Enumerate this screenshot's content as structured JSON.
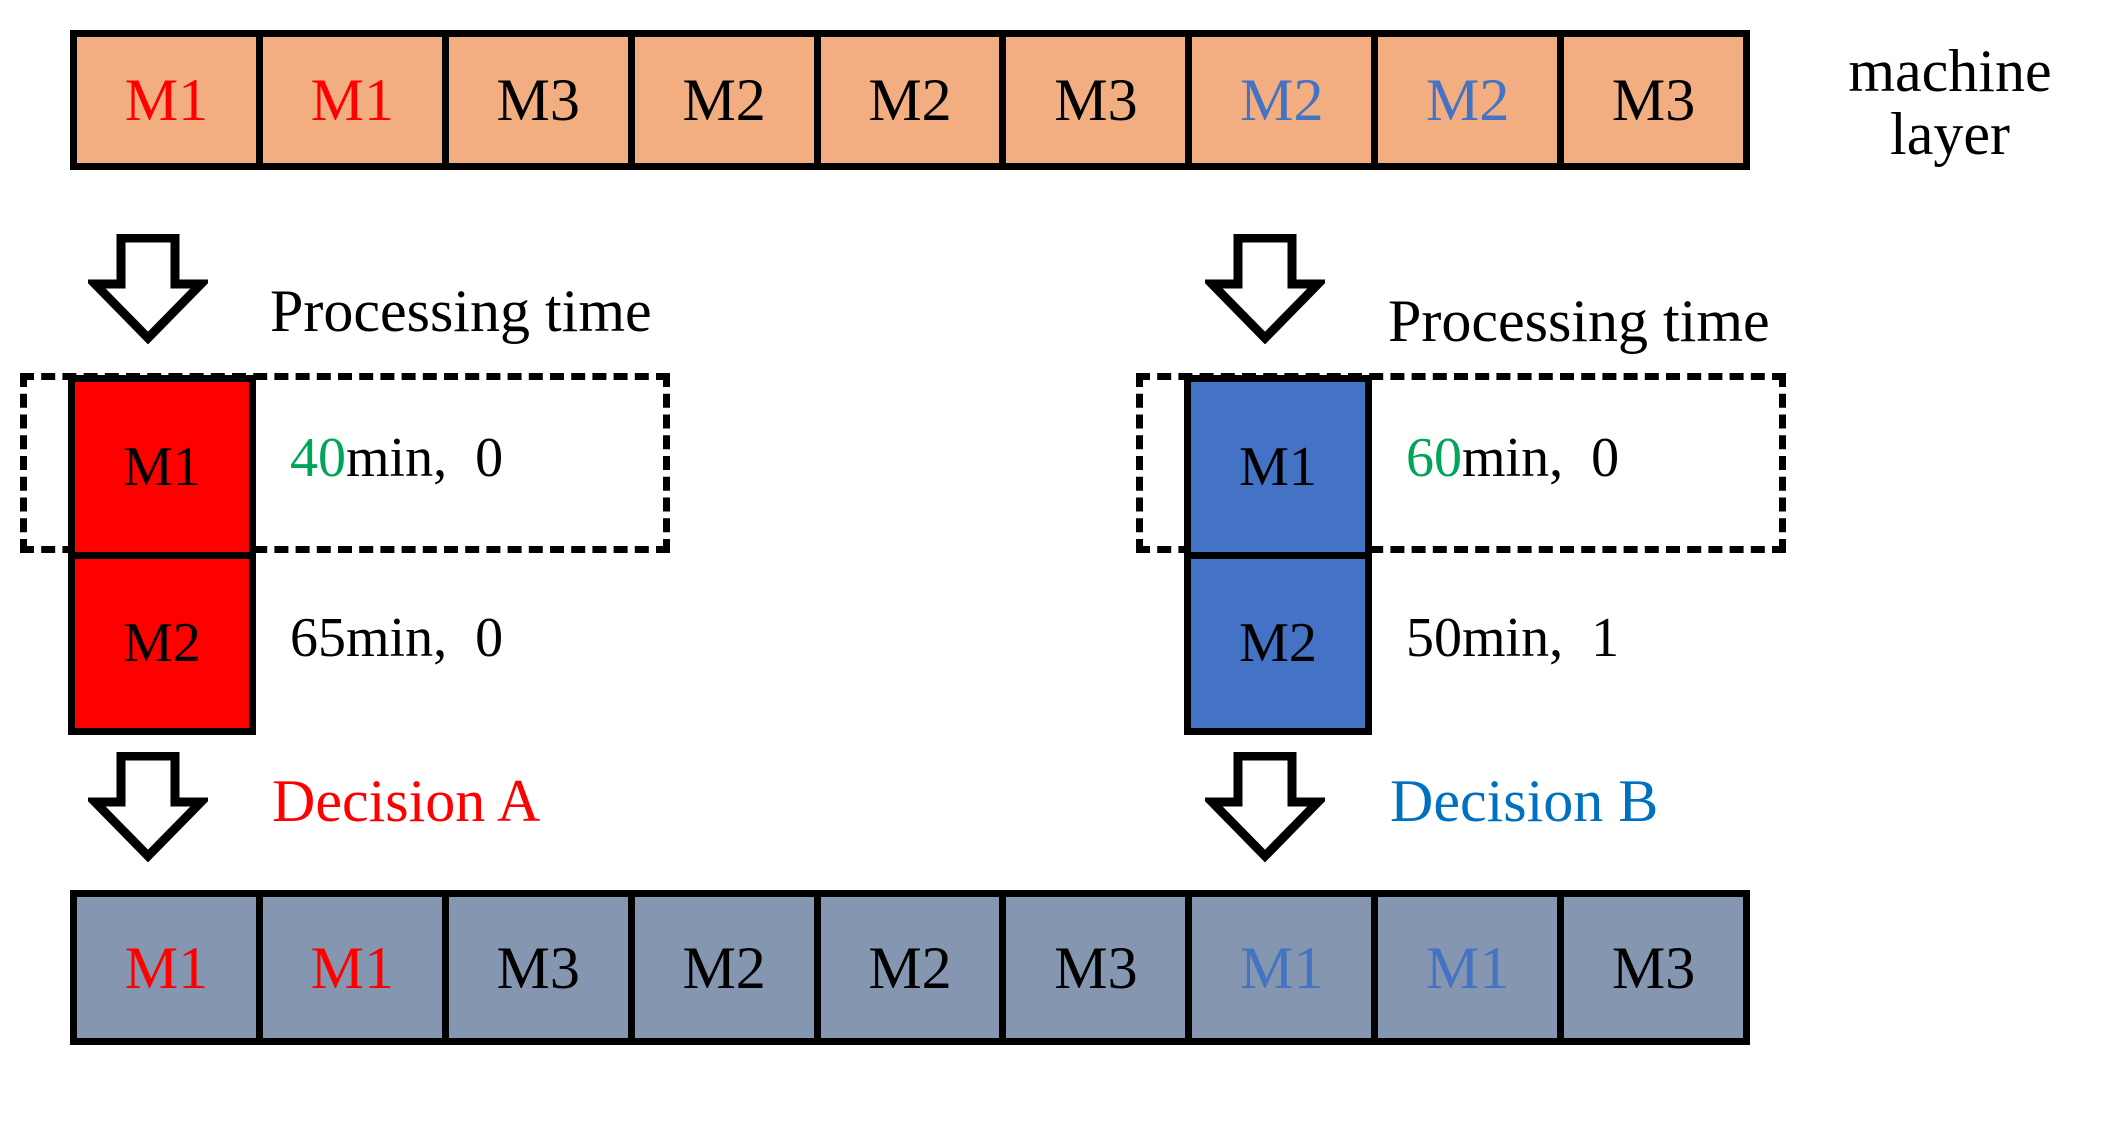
{
  "diagram": {
    "title_label": "machine layer",
    "machine_layer": {
      "label_line1": "machine",
      "label_line2": "layer",
      "cells": [
        {
          "text": "M1",
          "color": "#FF0000"
        },
        {
          "text": "M1",
          "color": "#FF0000"
        },
        {
          "text": "M3",
          "color": "#000000"
        },
        {
          "text": "M2",
          "color": "#000000"
        },
        {
          "text": "M2",
          "color": "#000000"
        },
        {
          "text": "M3",
          "color": "#000000"
        },
        {
          "text": "M2",
          "color": "#4472C4"
        },
        {
          "text": "M2",
          "color": "#4472C4"
        },
        {
          "text": "M3",
          "color": "#000000"
        }
      ]
    },
    "decision_a": {
      "processing_time_label": "Processing time",
      "decision_label": "Decision A",
      "decision_color": "#FF0000",
      "block_color": "#FF0000",
      "rows": [
        {
          "machine": "M1",
          "time_value": "40",
          "time_unit": "min,",
          "setup": "0",
          "highlighted": true
        },
        {
          "machine": "M2",
          "time_value": "65",
          "time_unit": "min,",
          "setup": "0",
          "highlighted": false
        }
      ]
    },
    "decision_b": {
      "processing_time_label": "Processing time",
      "decision_label": "Decision B",
      "decision_color": "#0070C0",
      "block_color": "#4472C4",
      "rows": [
        {
          "machine": "M1",
          "time_value": "60",
          "time_unit": "min,",
          "setup": "0",
          "highlighted": true
        },
        {
          "machine": "M2",
          "time_value": "50",
          "time_unit": "min,",
          "setup": "1",
          "highlighted": false
        }
      ]
    },
    "result_layer": {
      "cells": [
        {
          "text": "M1",
          "color": "#FF0000"
        },
        {
          "text": "M1",
          "color": "#FF0000"
        },
        {
          "text": "M3",
          "color": "#000000"
        },
        {
          "text": "M2",
          "color": "#000000"
        },
        {
          "text": "M2",
          "color": "#000000"
        },
        {
          "text": "M3",
          "color": "#000000"
        },
        {
          "text": "M1",
          "color": "#4472C4"
        },
        {
          "text": "M1",
          "color": "#4472C4"
        },
        {
          "text": "M3",
          "color": "#000000"
        }
      ]
    },
    "colors": {
      "machine_layer_fill": "#F2AD80",
      "result_layer_fill": "#8496B0",
      "outline": "#000000",
      "highlight_green": "#00A55A",
      "red": "#FF0000",
      "blue_fill": "#4472C4",
      "blue_text": "#0070C0"
    }
  }
}
